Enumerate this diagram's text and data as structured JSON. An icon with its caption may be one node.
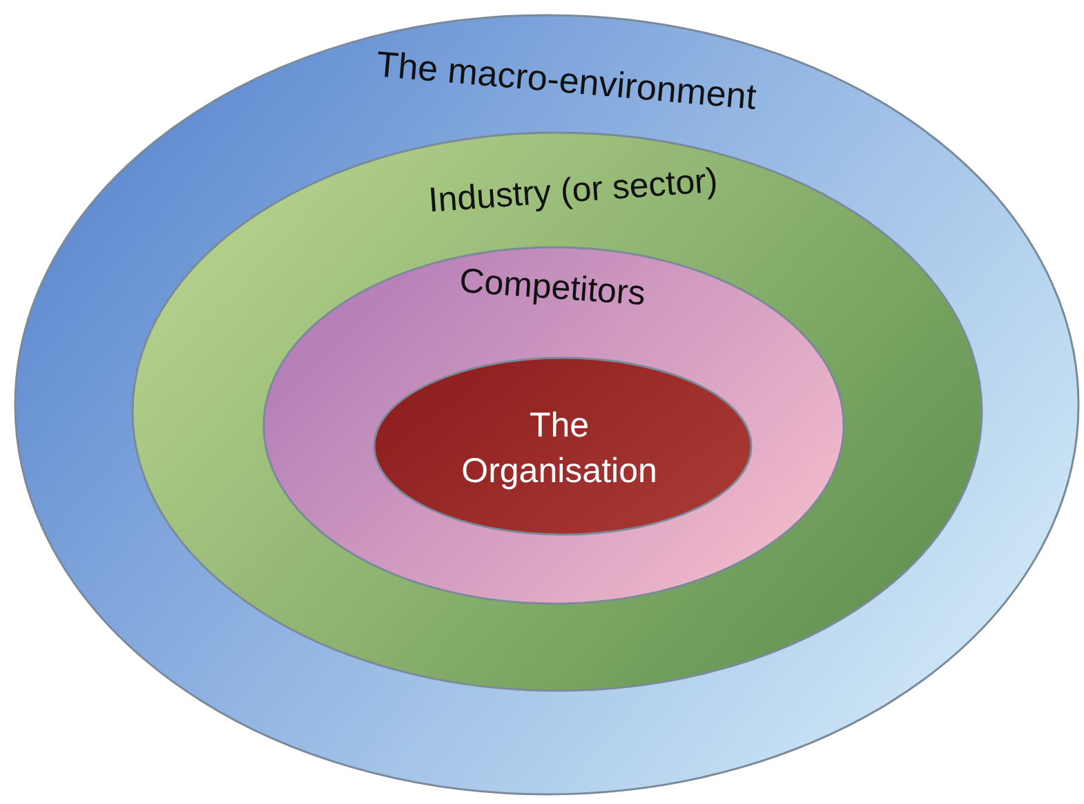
{
  "diagram": {
    "nodes": [
      {
        "text": [
          "The macro-environment"
        ]
      },
      {
        "text": [
          "Industry (or sector)"
        ],
        "in": 0
      },
      {
        "text": [
          "Competitors"
        ],
        "in": 1
      },
      {
        "text": [
          "The Organisation"
        ],
        "in": 2
      }
    ]
  }
}
